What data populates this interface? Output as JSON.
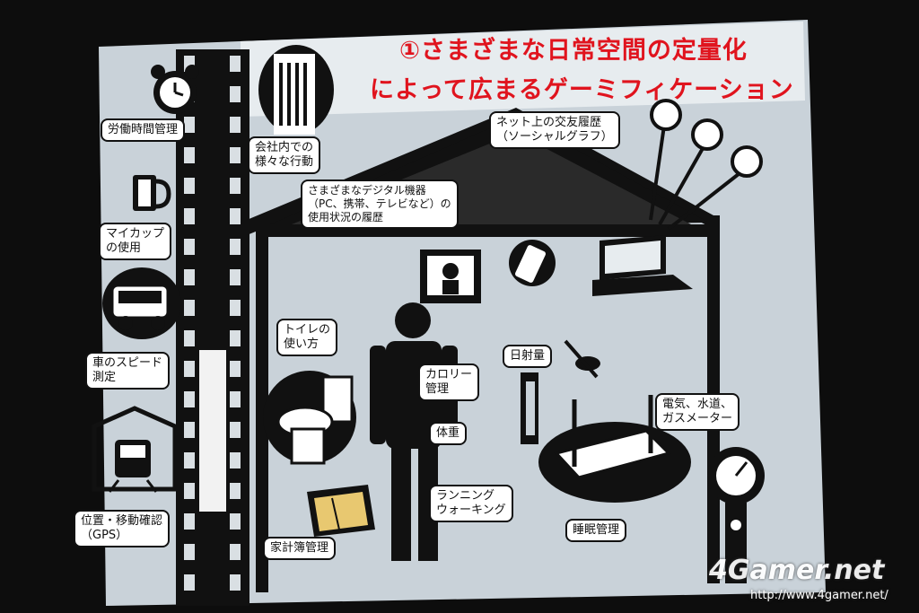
{
  "title": {
    "line1": "①さまざまな日常空間の定量化",
    "line2": "によって広まるゲーミフィケーション"
  },
  "callouts": {
    "labor_time": [
      "労働時間管理"
    ],
    "company_actions": [
      "会社内での",
      "様々な行動"
    ],
    "social_graph": [
      "ネット上の交友履歴",
      "（ソーシャルグラフ）"
    ],
    "digital_devices": [
      "さまざまなデジタル機器",
      "（PC、携帯、テレビなど）の",
      "使用状況の履歴"
    ],
    "my_cup": [
      "マイカップ",
      "の使用"
    ],
    "car_speed": [
      "車のスピード",
      "測定"
    ],
    "toilet": [
      "トイレの",
      "使い方"
    ],
    "calorie": [
      "カロリー",
      "管理"
    ],
    "sunlight": [
      "日射量"
    ],
    "utility_meters": [
      "電気、水道、",
      "ガスメーター"
    ],
    "weight": [
      "体重"
    ],
    "running": [
      "ランニング",
      "ウォーキング"
    ],
    "sleep": [
      "睡眠管理"
    ],
    "household_budget": [
      "家計簿管理"
    ],
    "location": [
      "位置・移動確認",
      "（GPS）"
    ]
  },
  "watermark": {
    "brand": "4Gamer.net",
    "url": "http://www.4gamer.net/"
  },
  "icons": [
    "alarm-clock-icon",
    "office-building-icon",
    "mug-icon",
    "car-icon",
    "train-icon",
    "house-icon",
    "person-icon",
    "tv-icon",
    "phone-icon",
    "laptop-icon",
    "smiley-icon",
    "toilet-icon",
    "treadmill-icon",
    "bed-icon",
    "gas-meter-icon",
    "notebook-icon",
    "satellite-dish-icon"
  ],
  "colors": {
    "title_red": "#e0141e",
    "screen_bg": "#c9d2d9",
    "ink": "#111111"
  }
}
